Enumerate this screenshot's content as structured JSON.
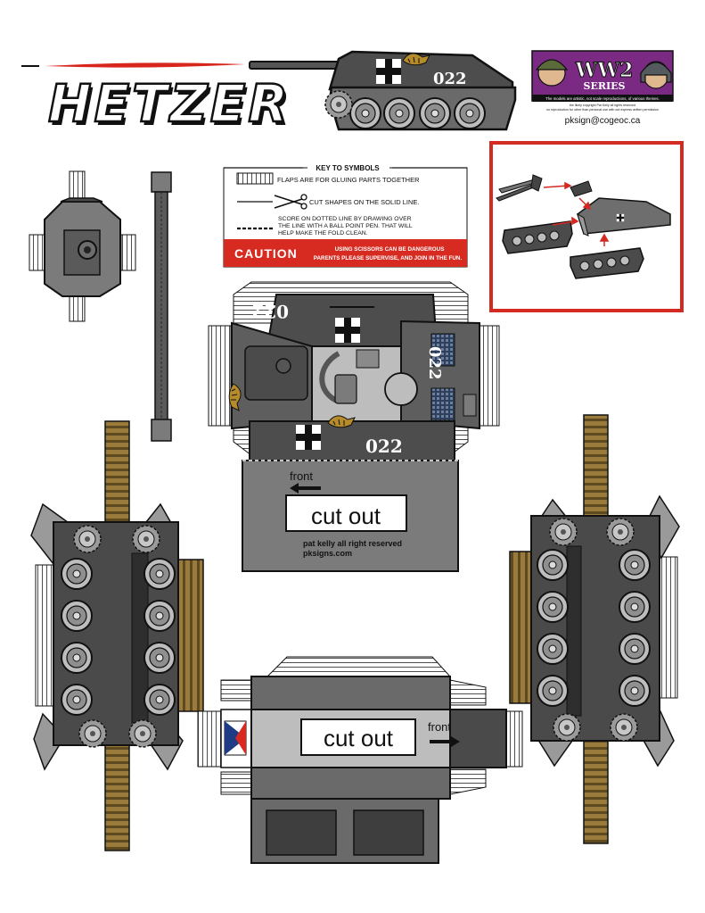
{
  "title": "HETZER",
  "vehicle_number": "022",
  "series_badge": {
    "line1": "WW2",
    "line2": "SERIES",
    "disclaimer": "The models are artistic, not scale reproductions, of various themes.",
    "copyright": "the likely copyright Pat Kelly all rights reserved",
    "no_repro": "no reproduction for other than personal use with out express written permission"
  },
  "contact_email": "pksign@cogeoc.ca",
  "key": {
    "heading": "KEY TO SYMBOLS",
    "flaps": "FLAPS ARE FOR GLUING PARTS TOGETHER",
    "cut": "CUT SHAPES ON THE SOLID LINE.",
    "score_line1": "SCORE ON DOTTED LINE BY DRAWING OVER",
    "score_line2": "THE LINE WITH A BALL POINT PEN. THAT WILL",
    "score_line3": "HELP MAKE THE FOLD CLEAN.",
    "caution": "CAUTION",
    "caution_line1": "USING SCISSORS CAN BE DANGEROUS",
    "caution_line2": "PARENTS PLEASE SUPERVISE, AND JOIN IN THE FUN."
  },
  "hull_top": {
    "front_label": "front",
    "cut_out": "cut out",
    "credit_line1": "pat kelly all right reserved",
    "credit_line2": "pksigns.com"
  },
  "hull_bottom": {
    "cut_out": "cut out",
    "front_label": "front"
  },
  "colors": {
    "hull_gray": "#7b7b7b",
    "dark_gray": "#4a4a4a",
    "light_gray": "#bdbdbd",
    "track_brown": "#9b7b3c",
    "caution_red": "#d72b22",
    "badge_purple": "#7b2a83",
    "assembly_border": "#d32a22"
  },
  "icons": [
    "scissors-icon",
    "balkenkreuz-icon",
    "tank-illustration",
    "soldier-helmet-icon"
  ]
}
